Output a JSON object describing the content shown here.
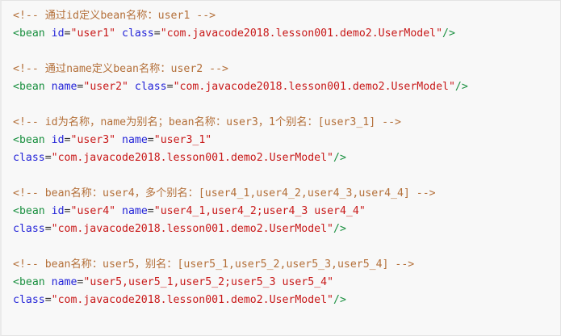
{
  "editor": {
    "language": "xml",
    "background": "#f8f8f8",
    "border_color": "#e4e4e4"
  },
  "colors": {
    "comment": "#b4703a",
    "tag": "#1a9040",
    "attribute": "#2323d8",
    "string": "#c81919",
    "punctuation": "#333333"
  },
  "class_value": "\"com.javacode2018.lesson001.demo2.UserModel\"",
  "lines": [
    {
      "id": "line-1",
      "type": "comment",
      "tokens": [
        {
          "kind": "comment",
          "text": "<!-- 通过id定义bean名称：user1 -->"
        }
      ]
    },
    {
      "id": "line-2",
      "type": "code",
      "tokens": [
        {
          "kind": "tag",
          "text": "<bean"
        },
        {
          "kind": "punct",
          "text": " "
        },
        {
          "kind": "attr",
          "text": "id"
        },
        {
          "kind": "punct",
          "text": "="
        },
        {
          "kind": "string",
          "text": "\"user1\""
        },
        {
          "kind": "punct",
          "text": " "
        },
        {
          "kind": "attr",
          "text": "class"
        },
        {
          "kind": "punct",
          "text": "="
        },
        {
          "kind": "string",
          "text": "\"com.javacode2018.lesson001.demo2.UserModel\""
        },
        {
          "kind": "tag",
          "text": "/>"
        }
      ]
    },
    {
      "id": "line-3",
      "type": "blank",
      "tokens": []
    },
    {
      "id": "line-4",
      "type": "comment",
      "tokens": [
        {
          "kind": "comment",
          "text": "<!-- 通过name定义bean名称：user2 -->"
        }
      ]
    },
    {
      "id": "line-5",
      "type": "code",
      "tokens": [
        {
          "kind": "tag",
          "text": "<bean"
        },
        {
          "kind": "punct",
          "text": " "
        },
        {
          "kind": "attr",
          "text": "name"
        },
        {
          "kind": "punct",
          "text": "="
        },
        {
          "kind": "string",
          "text": "\"user2\""
        },
        {
          "kind": "punct",
          "text": " "
        },
        {
          "kind": "attr",
          "text": "class"
        },
        {
          "kind": "punct",
          "text": "="
        },
        {
          "kind": "string",
          "text": "\"com.javacode2018.lesson001.demo2.UserModel\""
        },
        {
          "kind": "tag",
          "text": "/>"
        }
      ]
    },
    {
      "id": "line-6",
      "type": "blank",
      "tokens": []
    },
    {
      "id": "line-7",
      "type": "comment",
      "tokens": [
        {
          "kind": "comment",
          "text": "<!-- id为名称，name为别名；bean名称：user3，1个别名：[user3_1] -->"
        }
      ]
    },
    {
      "id": "line-8",
      "type": "code",
      "tokens": [
        {
          "kind": "tag",
          "text": "<bean"
        },
        {
          "kind": "punct",
          "text": " "
        },
        {
          "kind": "attr",
          "text": "id"
        },
        {
          "kind": "punct",
          "text": "="
        },
        {
          "kind": "string",
          "text": "\"user3\""
        },
        {
          "kind": "punct",
          "text": " "
        },
        {
          "kind": "attr",
          "text": "name"
        },
        {
          "kind": "punct",
          "text": "="
        },
        {
          "kind": "string",
          "text": "\"user3_1\""
        }
      ]
    },
    {
      "id": "line-9",
      "type": "code",
      "tokens": [
        {
          "kind": "attr",
          "text": "class"
        },
        {
          "kind": "punct",
          "text": "="
        },
        {
          "kind": "string",
          "text": "\"com.javacode2018.lesson001.demo2.UserModel\""
        },
        {
          "kind": "tag",
          "text": "/>"
        }
      ]
    },
    {
      "id": "line-10",
      "type": "blank",
      "tokens": []
    },
    {
      "id": "line-11",
      "type": "comment",
      "tokens": [
        {
          "kind": "comment",
          "text": "<!-- bean名称：user4，多个别名：[user4_1,user4_2,user4_3,user4_4] -->"
        }
      ]
    },
    {
      "id": "line-12",
      "type": "code",
      "tokens": [
        {
          "kind": "tag",
          "text": "<bean"
        },
        {
          "kind": "punct",
          "text": " "
        },
        {
          "kind": "attr",
          "text": "id"
        },
        {
          "kind": "punct",
          "text": "="
        },
        {
          "kind": "string",
          "text": "\"user4\""
        },
        {
          "kind": "punct",
          "text": " "
        },
        {
          "kind": "attr",
          "text": "name"
        },
        {
          "kind": "punct",
          "text": "="
        },
        {
          "kind": "string",
          "text": "\"user4_1,user4_2;user4_3 user4_4\""
        }
      ]
    },
    {
      "id": "line-13",
      "type": "code",
      "tokens": [
        {
          "kind": "attr",
          "text": "class"
        },
        {
          "kind": "punct",
          "text": "="
        },
        {
          "kind": "string",
          "text": "\"com.javacode2018.lesson001.demo2.UserModel\""
        },
        {
          "kind": "tag",
          "text": "/>"
        }
      ]
    },
    {
      "id": "line-14",
      "type": "blank",
      "tokens": []
    },
    {
      "id": "line-15",
      "type": "comment",
      "tokens": [
        {
          "kind": "comment",
          "text": "<!-- bean名称：user5，别名：[user5_1,user5_2,user5_3,user5_4] -->"
        }
      ]
    },
    {
      "id": "line-16",
      "type": "code",
      "tokens": [
        {
          "kind": "tag",
          "text": "<bean"
        },
        {
          "kind": "punct",
          "text": " "
        },
        {
          "kind": "attr",
          "text": "name"
        },
        {
          "kind": "punct",
          "text": "="
        },
        {
          "kind": "string",
          "text": "\"user5,user5_1,user5_2;user5_3 user5_4\""
        }
      ]
    },
    {
      "id": "line-17",
      "type": "code",
      "tokens": [
        {
          "kind": "attr",
          "text": "class"
        },
        {
          "kind": "punct",
          "text": "="
        },
        {
          "kind": "string",
          "text": "\"com.javacode2018.lesson001.demo2.UserModel\""
        },
        {
          "kind": "tag",
          "text": "/>"
        }
      ]
    }
  ]
}
